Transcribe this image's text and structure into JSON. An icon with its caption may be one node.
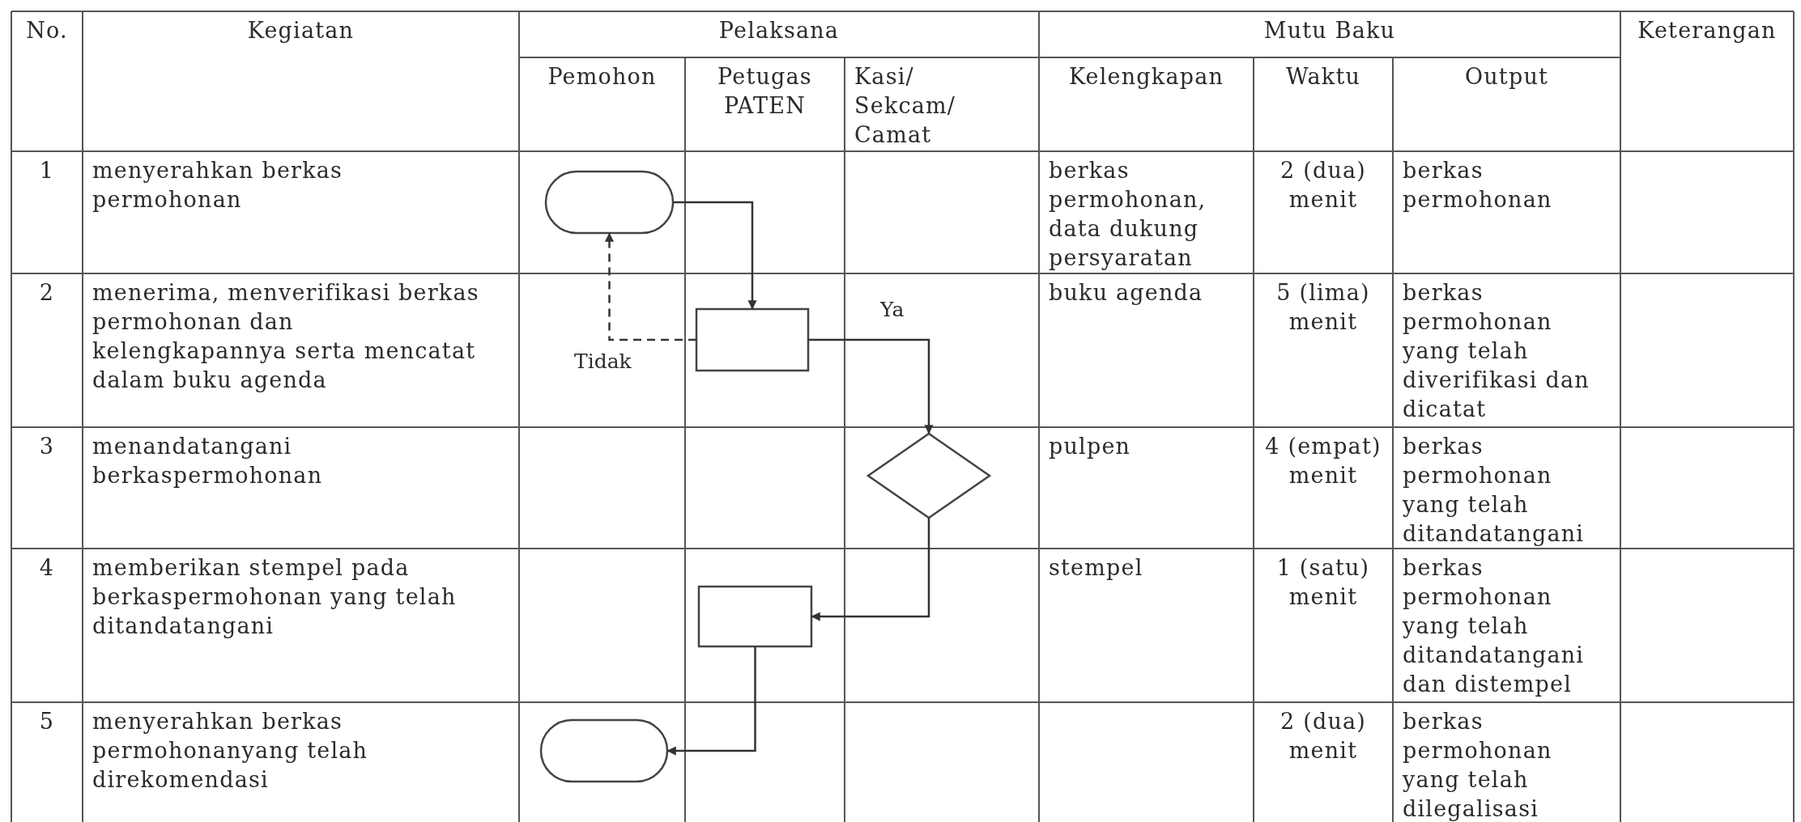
{
  "diagram": {
    "nodes": [
      {
        "text": [],
        "shape": "terminal"
      },
      {
        "text": [],
        "shape": "box"
      },
      {
        "text": [],
        "shape": "diamond"
      },
      {
        "text": [],
        "shape": "box"
      },
      {
        "text": [],
        "shape": "terminal"
      }
    ],
    "edges": [
      {
        "from": 0,
        "to": 1,
        "arrow": "to"
      },
      {
        "from": 1,
        "to": 2,
        "arrow": "to",
        "label": "Ya"
      },
      {
        "from": 1,
        "to": 0,
        "arrow": "to",
        "style": "dashed",
        "label": "Tidak"
      },
      {
        "from": 2,
        "to": 3,
        "arrow": "to"
      },
      {
        "from": 3,
        "to": 4,
        "arrow": "to"
      }
    ],
    "labels": [
      "No.",
      "Kegiatan",
      "Pelaksana",
      "Mutu Baku",
      "Keterangan",
      "Pemohon",
      "Petugas PATEN",
      "Kasi/ Sekcam/ Camat",
      "Kelengkapan",
      "Waktu",
      "Output",
      "1",
      "menyerahkan berkas permohonan",
      "berkas permohonan, data dukung persyaratan",
      "2 (dua) menit",
      "berkas permohonan",
      "2",
      "menerima, menverifikasi berkas permohonan dan kelengkapannya serta mencatat dalam buku agenda",
      "buku agenda",
      "5 (lima) menit",
      "berkas permohonan yang telah diverifikasi dan dicatat",
      "3",
      "menandatangani berkaspermohonan",
      "pulpen",
      "4 (empat) menit",
      "berkas permohonan yang telah ditandatangani",
      "4",
      "memberikan stempel pada berkaspermohonan yang telah ditandatangani",
      "stempel",
      "1 (satu) menit",
      "berkas permohonan yang telah ditandatangani dan distempel",
      "5",
      "menyerahkan berkas permohonanyang telah direkomendasi",
      "2 (dua) menit",
      "berkas permohonan yang telah dilegalisasi"
    ]
  }
}
